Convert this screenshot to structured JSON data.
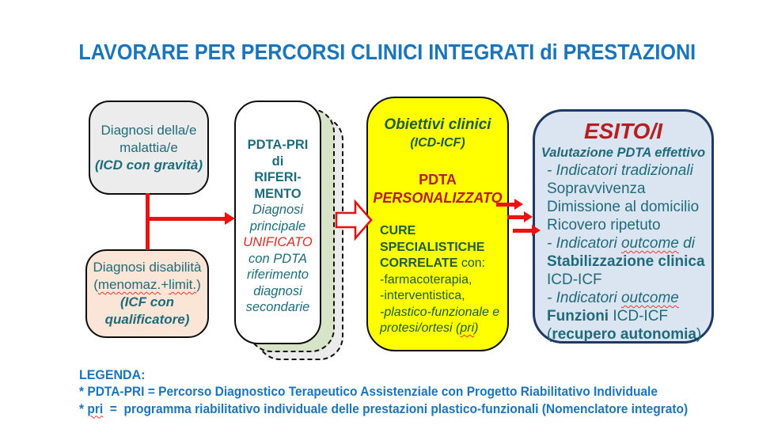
{
  "title": "LAVORARE PER PERCORSI CLINICI INTEGRATI di PRESTAZIONI",
  "colors": {
    "title_blue": "#1b75bc",
    "teal_text": "#1f6b7c",
    "dark_green_text": "#1e5b38",
    "dark_red_text": "#b51f1f",
    "bright_red_text": "#e02a22",
    "arrow_red": "#ee1111",
    "yellow_box_fill": "#ffff00",
    "esito_box_fill": "#dbe5f1",
    "esito_box_border": "#1f3864",
    "malattia_box_fill": "#ececec",
    "disabilita_box_fill": "#fbe5d6",
    "dashed_green_fill": "#d8e4c8",
    "dashed_gray_fill": "#ebebeb"
  },
  "boxes": {
    "malattia": {
      "l1": "Diagnosi della/e",
      "l2": "malattia/e",
      "l3": "(ICD con gravità)"
    },
    "disabilita": {
      "l1": "Diagnosi disabilità",
      "l2a": "(",
      "l2b": "menomaz.",
      "l2c": "+",
      "l2d": "limit.",
      "l2e": ")",
      "l3": "(ICF con",
      "l4": "qualificatore)"
    },
    "pdta": {
      "l1": "PDTA-PRI",
      "l2": "di",
      "l3": "RIFERI-",
      "l4": "MENTO",
      "l5": "Diagnosi",
      "l6": "principale",
      "l7": "UNIFICATO",
      "l8": "con PDTA",
      "l9": "riferimento",
      "l10": "diagnosi",
      "l11": "secondarie"
    },
    "obiettivi": {
      "h1": "Obiettivi clinici",
      "h2": "(ICD-ICF)",
      "p1": "PDTA",
      "p2": "PERSONALIZZATO",
      "c1": "CURE",
      "c2": "SPECIALISTICHE",
      "c3a": "CORRELATE",
      "c3b": " con:",
      "c4": "-farmacoterapia,",
      "c5": "-interventistica,",
      "c6": "-plastico-funzionale e",
      "c7a": "protesi/ortesi (",
      "c7b": "pri",
      "c7c": ")"
    },
    "esito": {
      "h1": "ESITO/I",
      "h2": "Valutazione PDTA effettivo",
      "l1": "- Indicatori tradizionali",
      "l2": "Sopravvivenza",
      "l3": "Dimissione al domicilio",
      "l4": "Ricovero ripetuto",
      "l5a": "- Indicatori ",
      "l5b": "outcome",
      "l5c": " di",
      "l6": "Stabilizzazione clinica",
      "l7": "ICD-ICF",
      "l8a": "- Indicatori ",
      "l8b": "outcome",
      "l9a": "Funzioni",
      "l9b": " ICD-ICF",
      "l10a": "(",
      "l10b": "recupero autonomia",
      "l10c": ")"
    }
  },
  "legend": {
    "heading": "LEGENDA:",
    "line1": "* PDTA-PRI = Percorso Diagnostico Terapeutico Assistenziale con Progetto Riabilitativo Individuale",
    "line2a": "* ",
    "line2b": "pri",
    "line2c": "  =  programma riabilitativo individuale delle prestazioni plastico-funzionali (Nomenclatore integrato)"
  }
}
